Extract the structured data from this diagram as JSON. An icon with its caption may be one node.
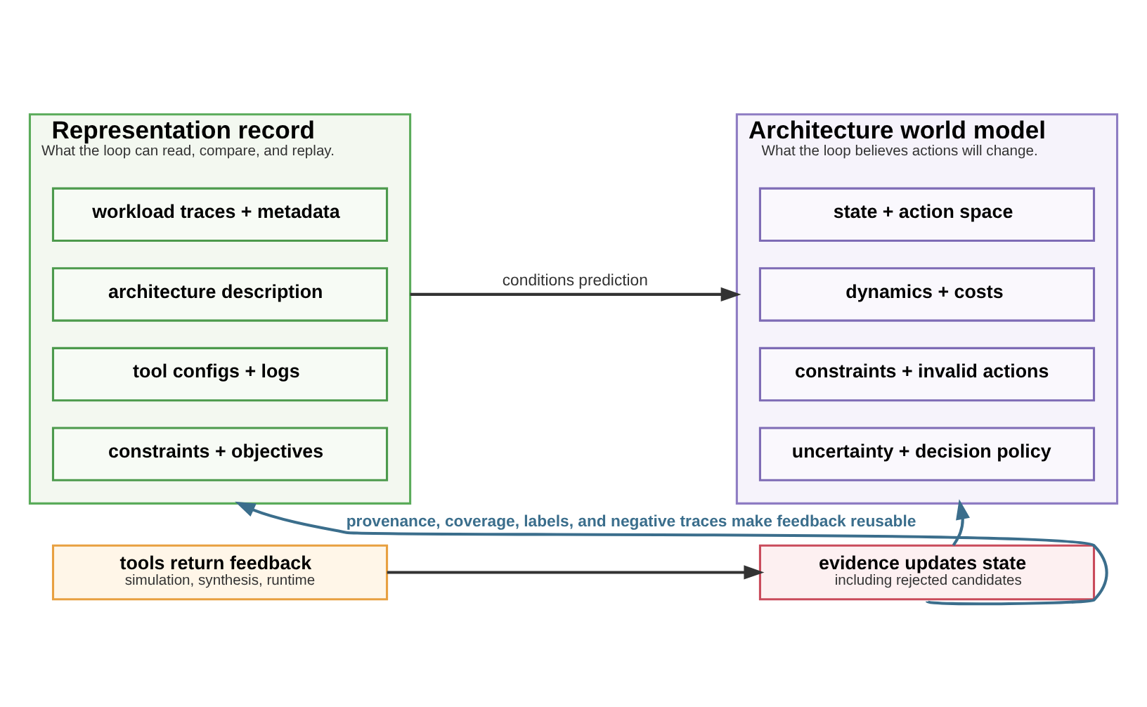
{
  "diagram": {
    "nodes": [
      {
        "text": [
          "Representation record",
          "What the loop can read, compare, and replay."
        ]
      },
      {
        "text": [
          "workload traces + metadata"
        ],
        "in": 0
      },
      {
        "text": [
          "architecture description"
        ],
        "in": 0
      },
      {
        "text": [
          "tool configs + logs"
        ],
        "in": 0
      },
      {
        "text": [
          "constraints + objectives"
        ],
        "in": 0
      },
      {
        "text": [
          "Architecture world model",
          "What the loop believes actions will change."
        ]
      },
      {
        "text": [
          "state + action space"
        ],
        "in": 5
      },
      {
        "text": [
          "dynamics + costs"
        ],
        "in": 5
      },
      {
        "text": [
          "constraints + invalid actions"
        ],
        "in": 5
      },
      {
        "text": [
          "uncertainty + decision policy"
        ],
        "in": 5
      },
      {
        "text": [
          "tools return feedback",
          "simulation, synthesis, runtime"
        ]
      },
      {
        "text": [
          "evidence updates state",
          "including rejected candidates"
        ]
      }
    ],
    "edges": [
      {
        "from": 0,
        "to": 5,
        "arrow": "to",
        "label": "conditions prediction"
      },
      {
        "from": 10,
        "to": 11,
        "arrow": "to"
      },
      {
        "from": 11,
        "to": 5,
        "arrow": "to",
        "color": "#3b6e8c"
      },
      {
        "from": 11,
        "to": 0,
        "arrow": "to",
        "color": "#3b6e8c",
        "label": "provenance, coverage, labels, and negative traces make feedback reusable"
      }
    ]
  }
}
